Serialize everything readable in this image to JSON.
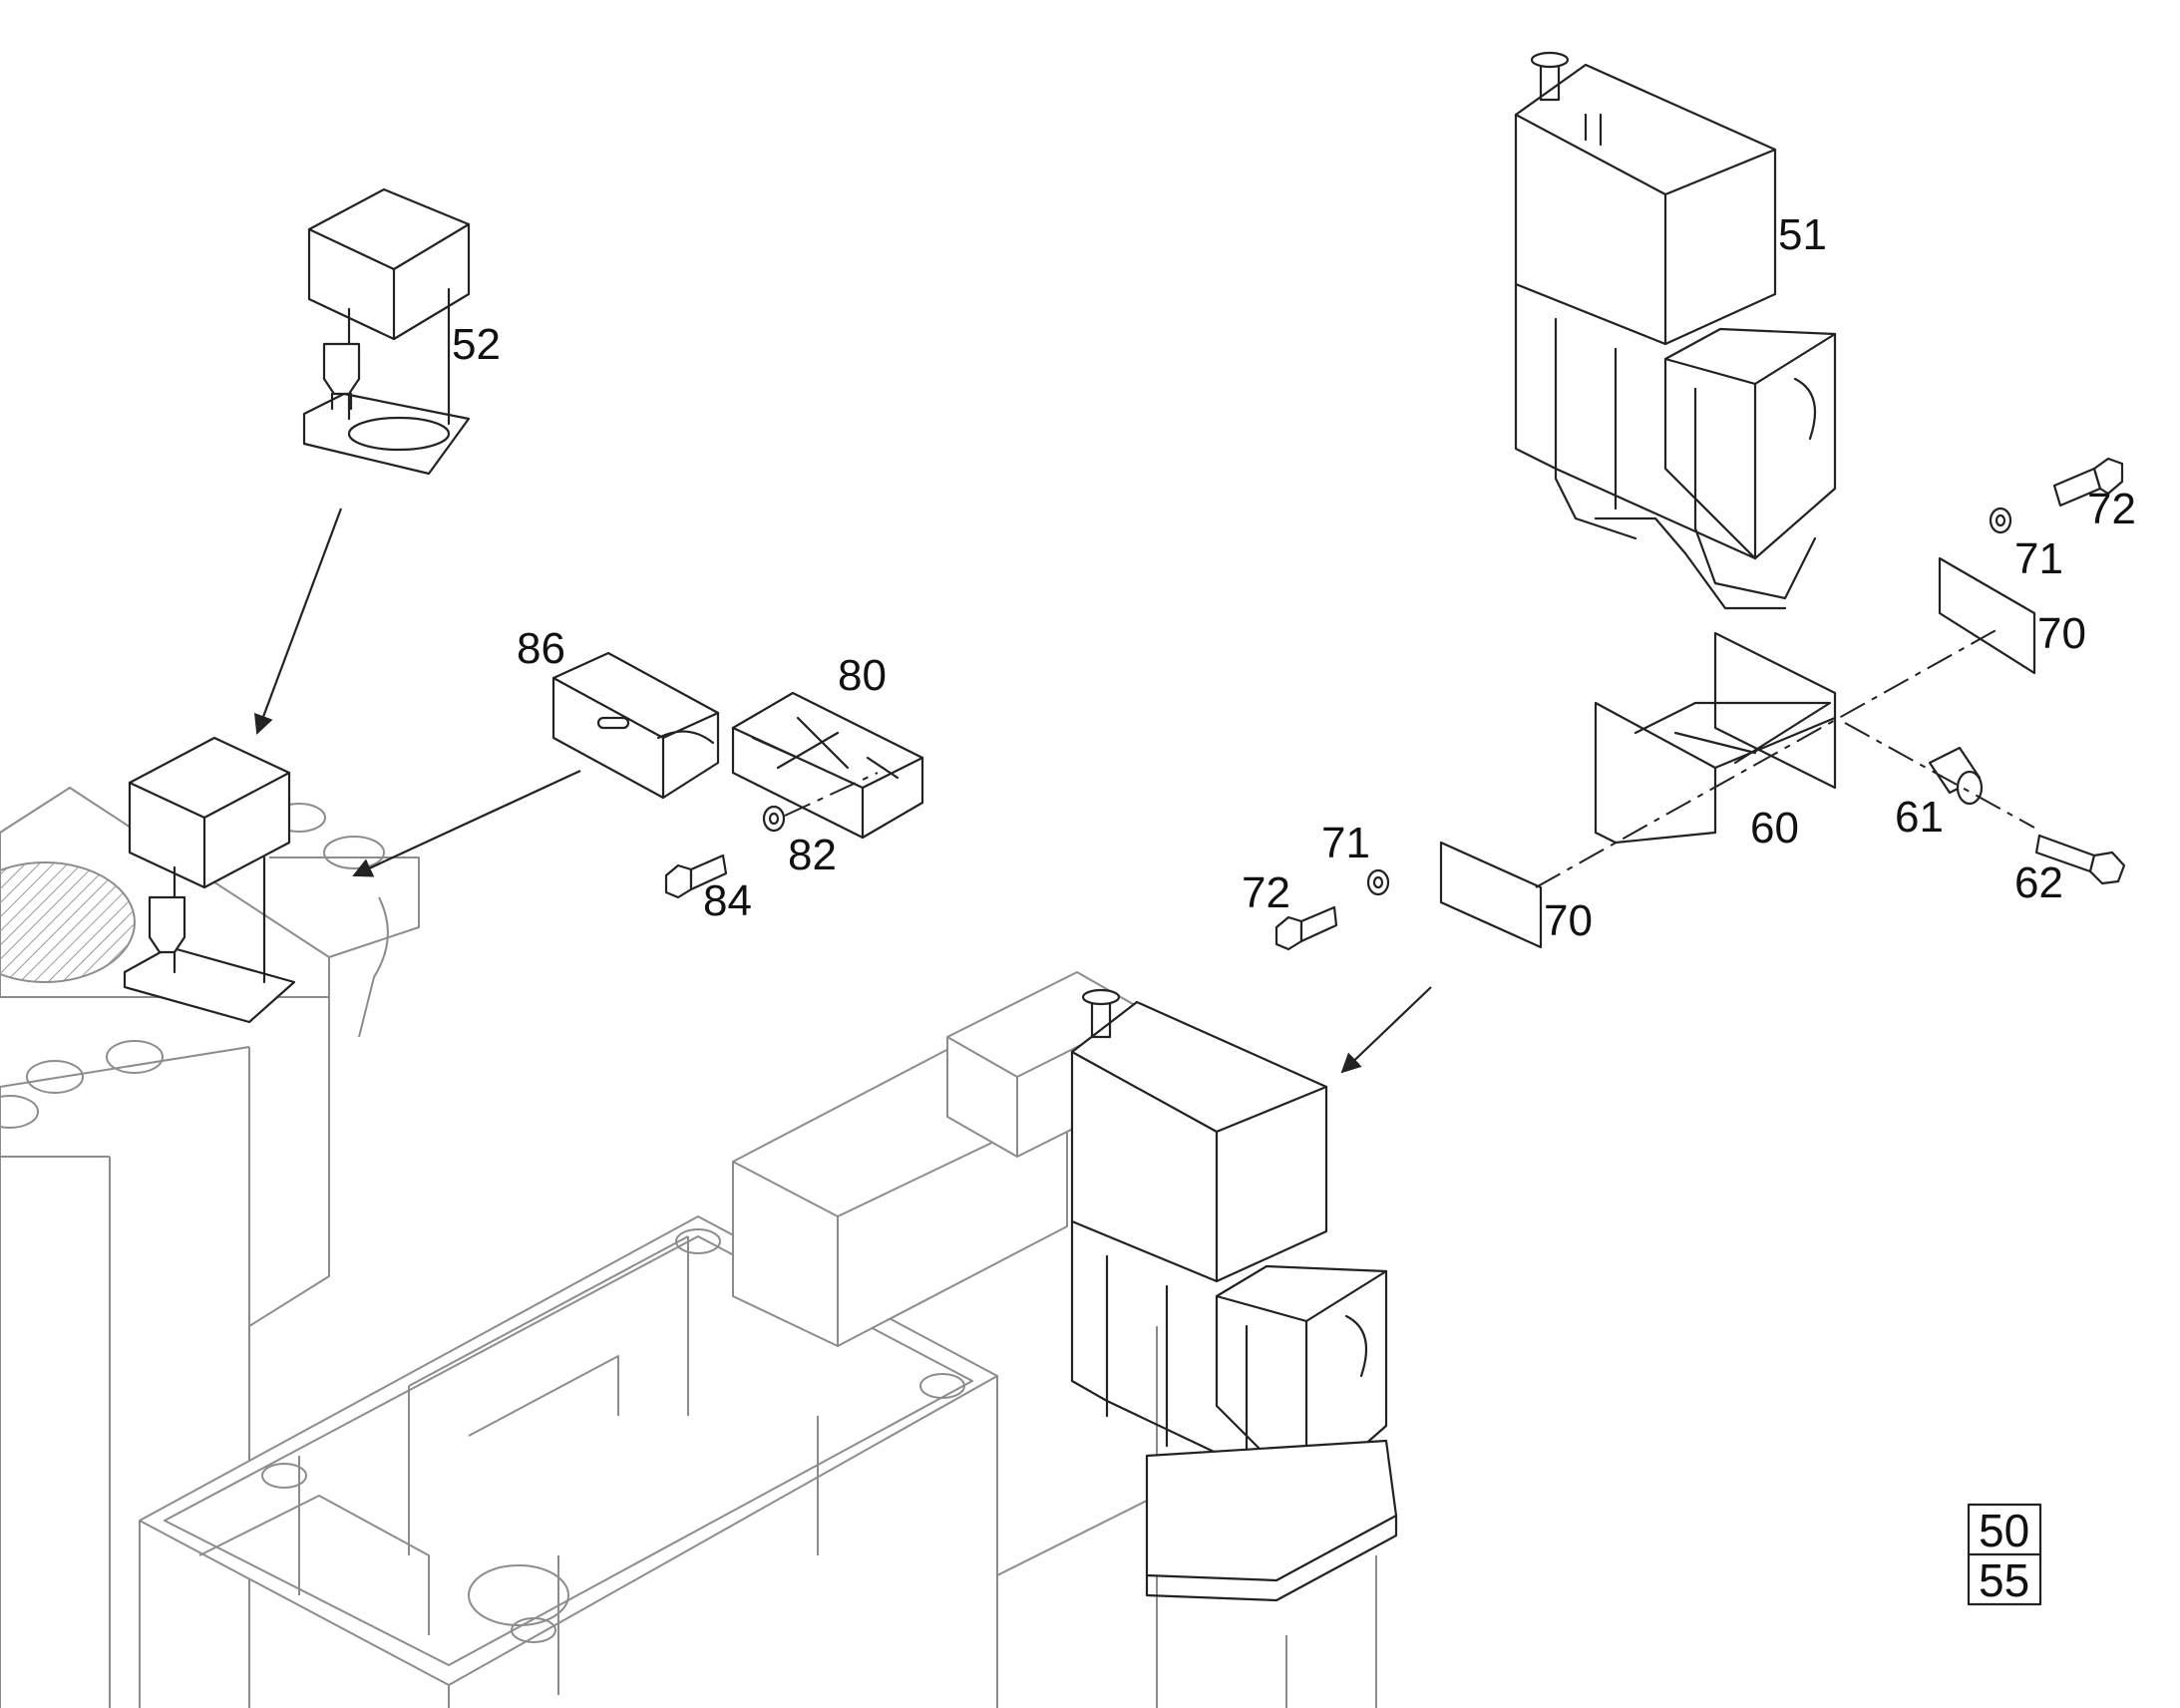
{
  "callouts": {
    "c51": "51",
    "c52": "52",
    "c60": "60",
    "c61": "61",
    "c62": "62",
    "c70a": "70",
    "c70b": "70",
    "c71a": "71",
    "c71b": "71",
    "c72a": "72",
    "c72b": "72",
    "c80": "80",
    "c82": "82",
    "c84": "84",
    "c86": "86"
  },
  "reference_box": {
    "top": "50",
    "bottom": "55"
  }
}
